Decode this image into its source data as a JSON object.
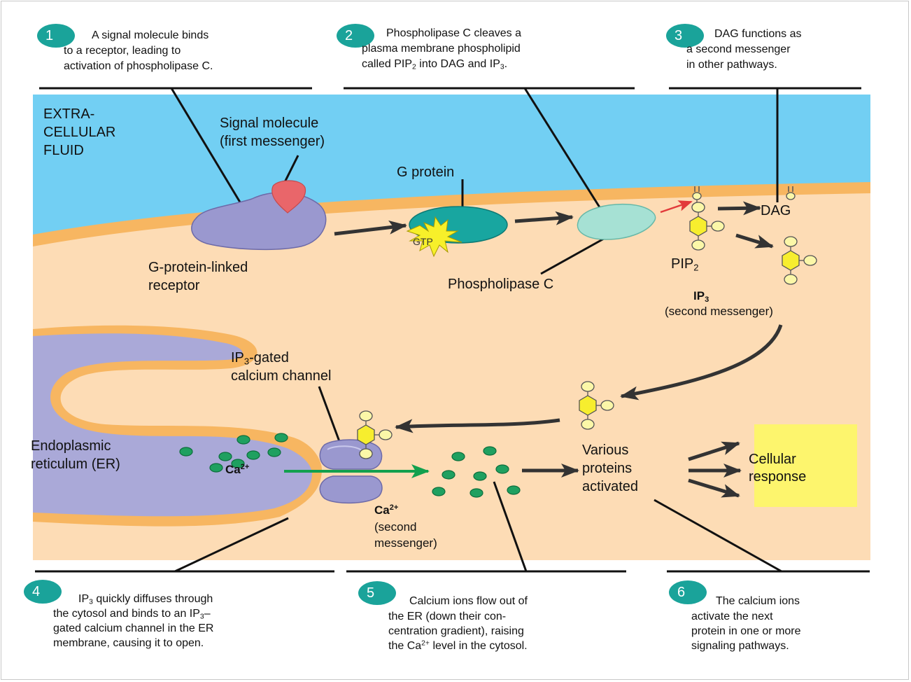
{
  "steps": [
    {
      "number": "1",
      "line1": "A signal molecule binds",
      "line2": "to a receptor, leading to",
      "line3": "activation of phospholipase C."
    },
    {
      "number": "2",
      "line1": "Phospholipase C cleaves a",
      "line2": "plasma membrane phospholipid",
      "line3a": "called PIP",
      "line3b": "2",
      "line3c": " into DAG and IP",
      "line3d": "3",
      "line3e": "."
    },
    {
      "number": "3",
      "line1": "DAG functions as",
      "line2": "a second messenger",
      "line3": "in other pathways."
    },
    {
      "number": "4",
      "line1a": "IP",
      "line1b": "3",
      "line1c": " quickly diffuses through",
      "line2a": "the cytosol and binds to an IP",
      "line2b": "3",
      "line2c": "–",
      "line3": "gated calcium channel in the ER",
      "line4": "membrane, causing it to open."
    },
    {
      "number": "5",
      "line1": "Calcium ions flow out of",
      "line2": "the ER (down their con-",
      "line3": "centration gradient), raising",
      "line4a": "the Ca",
      "line4b": "2+",
      "line4c": " level in the cytosol."
    },
    {
      "number": "6",
      "line1": "The calcium ions",
      "line2": "activate the next",
      "line3": "protein in one or more",
      "line4": "signaling pathways."
    }
  ],
  "labels": {
    "extracellular_1": "EXTRA-",
    "extracellular_2": "CELLULAR",
    "extracellular_3": "FLUID",
    "signal_1": "Signal molecule",
    "signal_2": "(first messenger)",
    "g_protein": "G protein",
    "gtp": "GTP",
    "receptor_1": "G-protein-linked",
    "receptor_2": "receptor",
    "phospholipase": "Phospholipase C",
    "dag": "DAG",
    "pip2_a": "PIP",
    "pip2_b": "2",
    "ip3_a": "IP",
    "ip3_b": "3",
    "ip3_second": "(second messenger)",
    "channel_1a": "IP",
    "channel_1b": "3",
    "channel_1c": "-gated",
    "channel_2": "calcium channel",
    "er_1": "Endoplasmic",
    "er_2": "reticulum (ER)",
    "ca_er_a": "Ca",
    "ca_er_b": "2+",
    "ca_cyto_a": "Ca",
    "ca_cyto_b": "2+",
    "ca_second_1": "(second",
    "ca_second_2": "messenger)",
    "various_1": "Various",
    "various_2": "proteins",
    "various_3": "activated",
    "response_1": "Cellular",
    "response_2": "response"
  },
  "colors": {
    "extracellular": "#72cff3",
    "cytosol": "#fddcb5",
    "membrane": "#f7b661",
    "er": "#aaa9d8",
    "receptor": "#9a98cf",
    "signal": "#e9666a",
    "g_protein": "#18a6a0",
    "phospholipase": "#a6e1d4",
    "ip3": "#f7ee2e",
    "calcium": "#1fa060",
    "ca_flow_arrow": "#12a04e",
    "response_box": "#fdf56d",
    "badge": "#1aa39a",
    "activation_arrow": "#e23a3a"
  },
  "icons": [
    "signal-molecule-icon",
    "receptor-icon",
    "g-protein-icon",
    "gtp-starburst-icon",
    "phospholipase-icon",
    "pip2-molecule-icon",
    "ip3-molecule-icon",
    "calcium-ion-icon",
    "calcium-channel-icon",
    "arrow-icon"
  ]
}
